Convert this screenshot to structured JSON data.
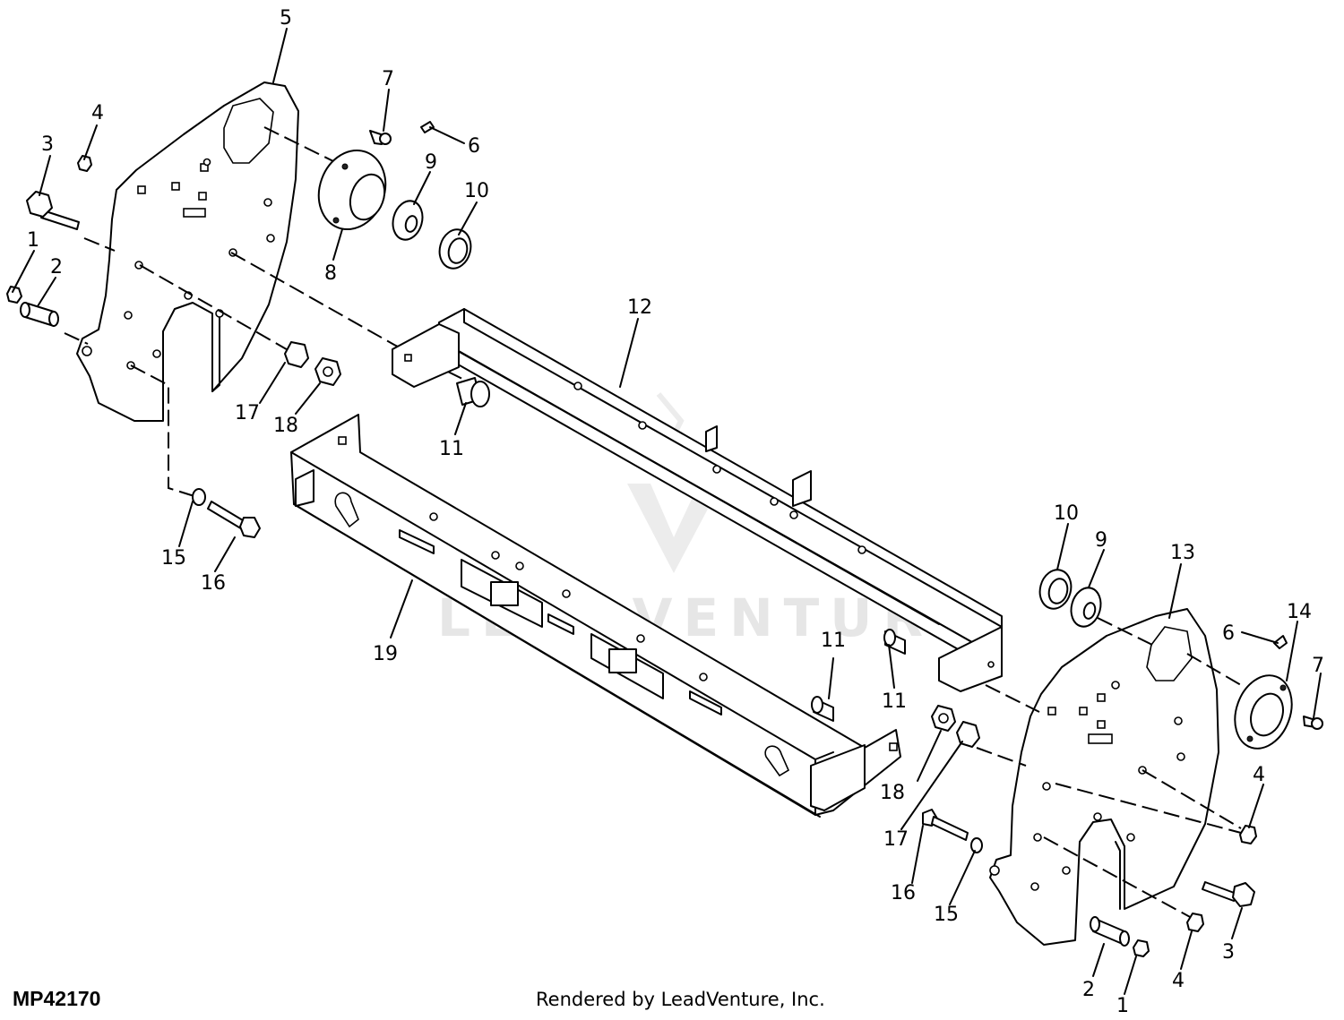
{
  "figure_id": "MP42170",
  "credit": "Rendered by LeadVenture, Inc.",
  "watermark": "LEADVENTURE",
  "callouts": [
    "1",
    "2",
    "3",
    "4",
    "5",
    "6",
    "7",
    "8",
    "9",
    "10",
    "11",
    "12",
    "13",
    "14",
    "15",
    "16",
    "17",
    "18",
    "19"
  ]
}
